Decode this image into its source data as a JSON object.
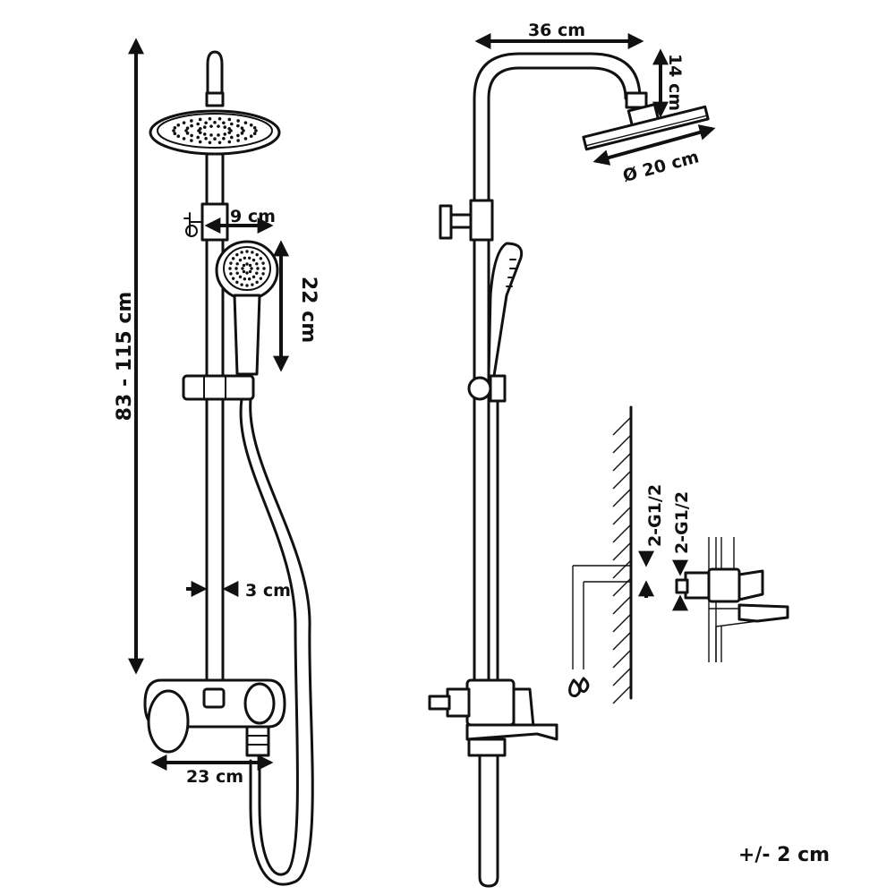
{
  "dimensions": {
    "total_height": "83 - 115 cm",
    "hand_shower_arm": "9 cm",
    "hand_shower_length": "22 cm",
    "rail_diameter": "3 cm",
    "mixer_width": "23 cm",
    "arm_length": "36 cm",
    "head_height": "14 cm",
    "head_diameter": "Ø 20 cm",
    "connection_upper": "2-G1/2",
    "connection_lower": "2-G1/2",
    "tolerance": "+/- 2 cm"
  }
}
